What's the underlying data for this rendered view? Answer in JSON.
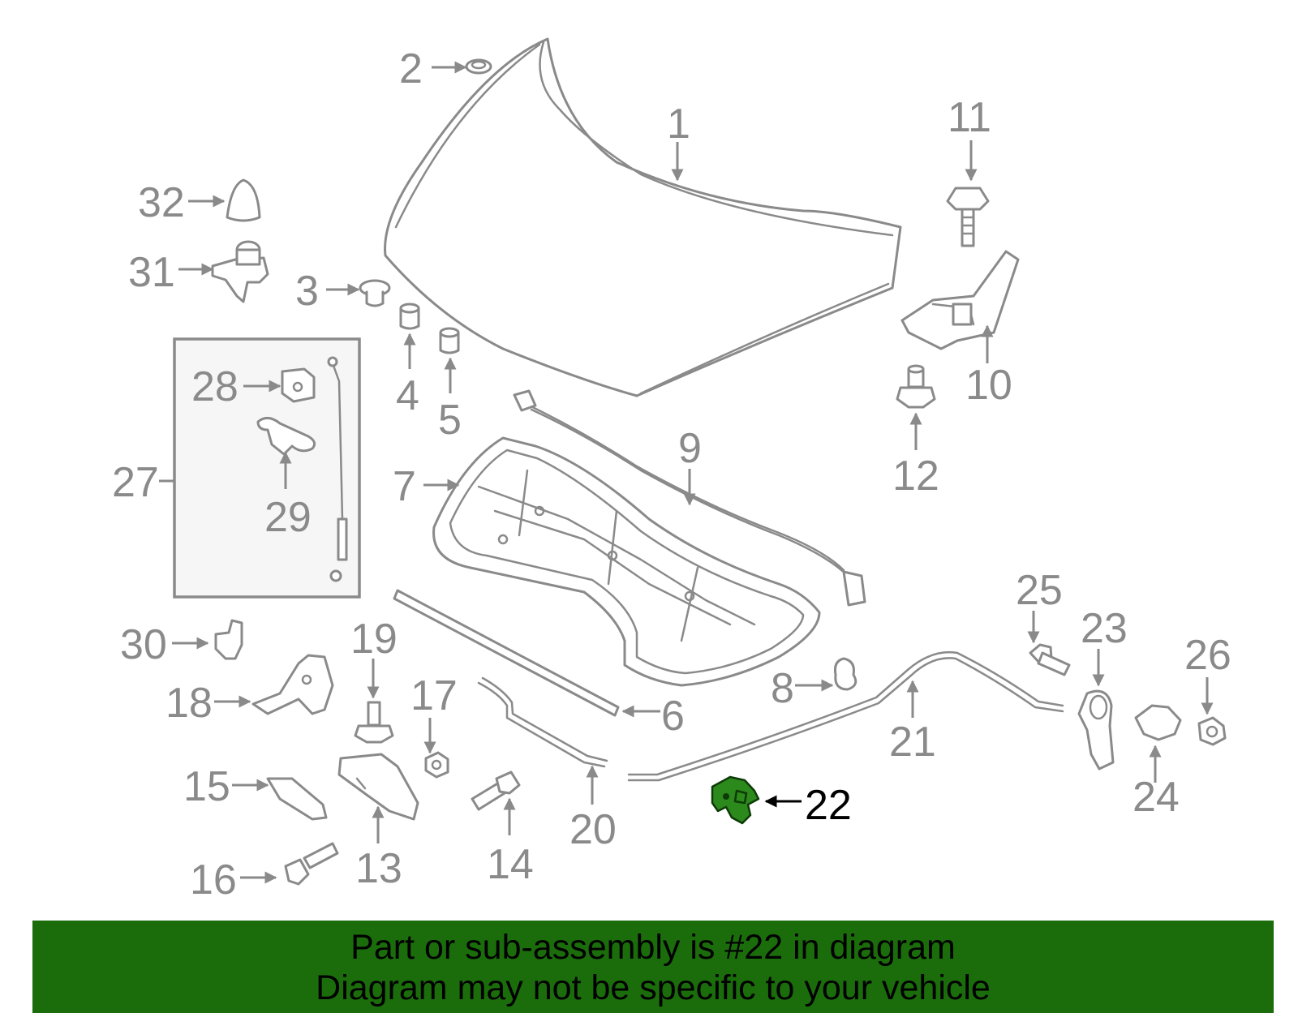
{
  "highlighted_part": "22",
  "colors": {
    "highlight": "#2c8a1c",
    "banner": "#1b6d0c",
    "line": "#8a8a8a"
  },
  "callouts": {
    "c1": "1",
    "c2": "2",
    "c3": "3",
    "c4": "4",
    "c5": "5",
    "c6": "6",
    "c7": "7",
    "c8": "8",
    "c9": "9",
    "c10": "10",
    "c11": "11",
    "c12": "12",
    "c13": "13",
    "c14": "14",
    "c15": "15",
    "c16": "16",
    "c17": "17",
    "c18": "18",
    "c19": "19",
    "c20": "20",
    "c21": "21",
    "c22": "22",
    "c23": "23",
    "c24": "24",
    "c25": "25",
    "c26": "26",
    "c27": "27",
    "c28": "28",
    "c29": "29",
    "c30": "30",
    "c31": "31",
    "c32": "32"
  },
  "banner": {
    "line1": "Part or sub-assembly is #22 in diagram",
    "line2": "Diagram may not be specific to your vehicle"
  }
}
